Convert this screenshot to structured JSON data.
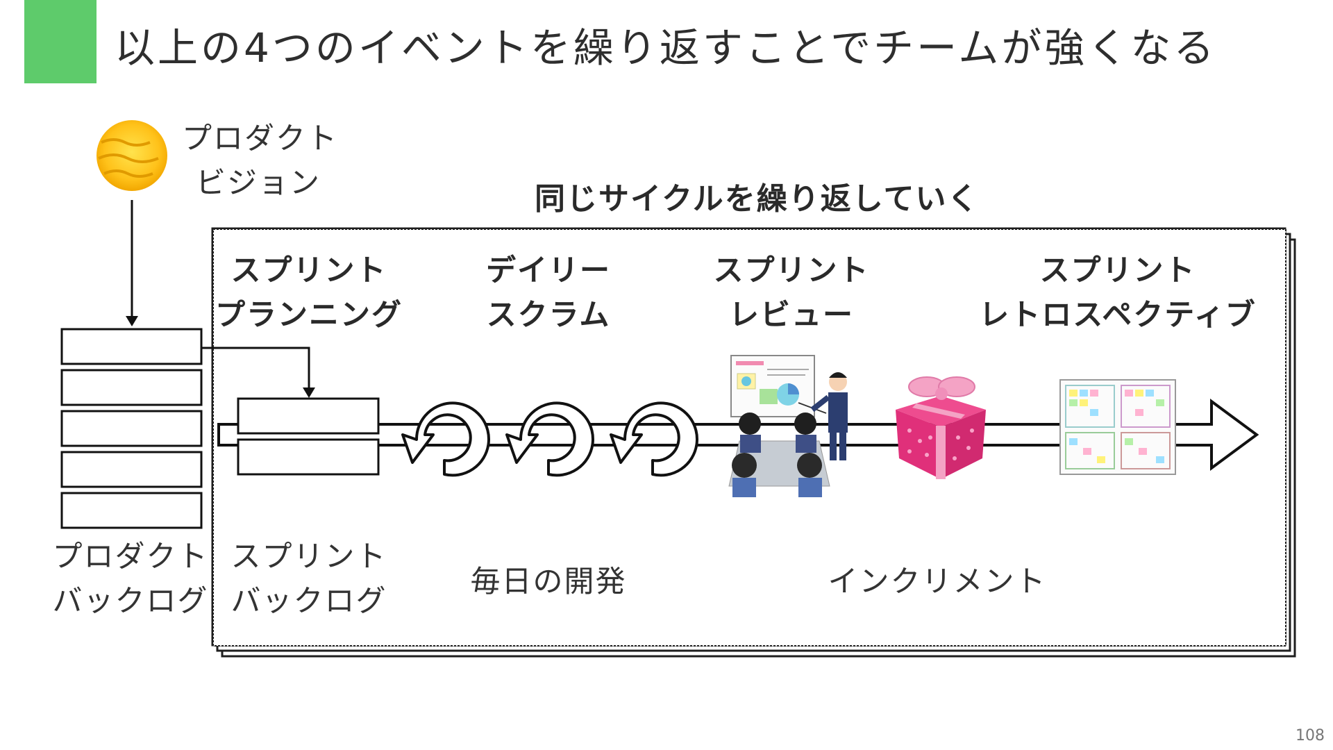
{
  "slide": {
    "title": "以上の4つのイベントを繰り返すことでチームが強くなる",
    "page_number": "108",
    "accent_color": "#5ecb6b"
  },
  "vision": {
    "line1": "プロダクト",
    "line2": "ビジョン",
    "icon": "sun-icon"
  },
  "cycle_caption": "同じサイクルを繰り返していく",
  "events": {
    "planning": {
      "line1": "スプリント",
      "line2": "プランニング"
    },
    "daily": {
      "line1": "デイリー",
      "line2": "スクラム"
    },
    "review": {
      "line1": "スプリント",
      "line2": "レビュー"
    },
    "retro": {
      "line1": "スプリント",
      "line2": "レトロスペクティブ"
    }
  },
  "artifacts": {
    "product_backlog": {
      "line1": "プロダクト",
      "line2": "バックログ"
    },
    "sprint_backlog": {
      "line1": "スプリント",
      "line2": "バックログ"
    },
    "daily_dev": "毎日の開発",
    "increment": "インクリメント"
  },
  "illustrations": {
    "review": "meeting-presentation-illustration",
    "increment": "gift-box-illustration",
    "retro": "sticky-note-board-illustration"
  }
}
